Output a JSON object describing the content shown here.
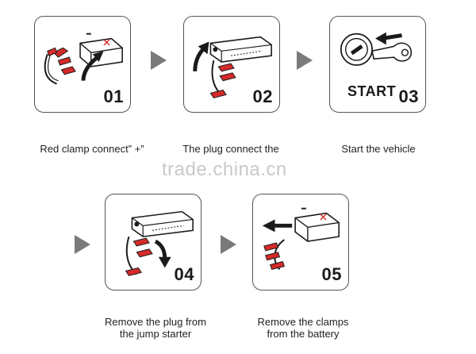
{
  "steps": [
    {
      "number": "01",
      "caption": "Red clamp connect”  +”"
    },
    {
      "number": "02",
      "caption": "The plug connect the"
    },
    {
      "number": "03",
      "caption": "Start the vehicle",
      "label": "START"
    },
    {
      "number": "04",
      "caption_line1": "Remove the plug from",
      "caption_line2": "the jump starter"
    },
    {
      "number": "05",
      "caption_line1": "Remove the clamps",
      "caption_line2": "from the battery"
    }
  ],
  "watermark": "trade.china.cn",
  "colors": {
    "clamp": "#d42a2a",
    "arrow": "#7a7a7a",
    "stroke": "#1a1a1a"
  }
}
